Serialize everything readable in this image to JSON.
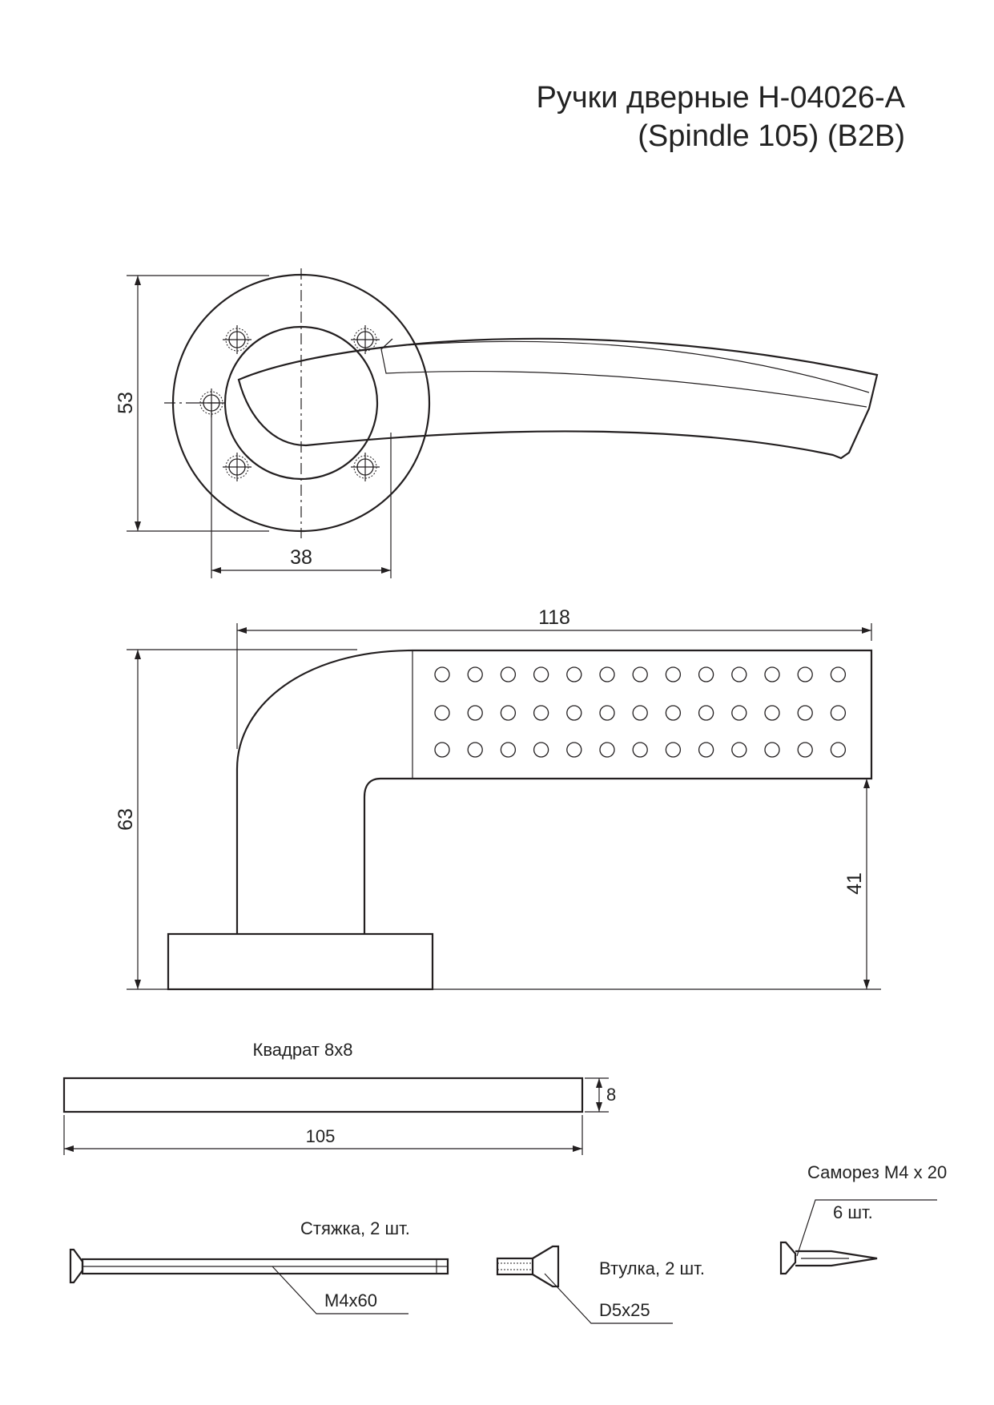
{
  "title": {
    "line1": "Ручки дверные H-04026-A",
    "line2": "(Spindle 105) (B2B)"
  },
  "front_view": {
    "dim_height": "53",
    "dim_width": "38"
  },
  "side_view": {
    "dim_length": "118",
    "dim_height": "63",
    "dim_lever_height": "41"
  },
  "spindle": {
    "label": "Квадрат 8х8",
    "dim_thickness": "8",
    "dim_length": "105"
  },
  "parts": {
    "tie_rod_label": "Стяжка, 2 шт.",
    "tie_rod_size": "M4x60",
    "sleeve_label": "Втулка, 2 шт.",
    "sleeve_size": "D5x25",
    "screw_label": "Саморез М4 х 20",
    "screw_qty": "6 шт."
  },
  "colors": {
    "line": "#231f20",
    "background": "#ffffff"
  }
}
